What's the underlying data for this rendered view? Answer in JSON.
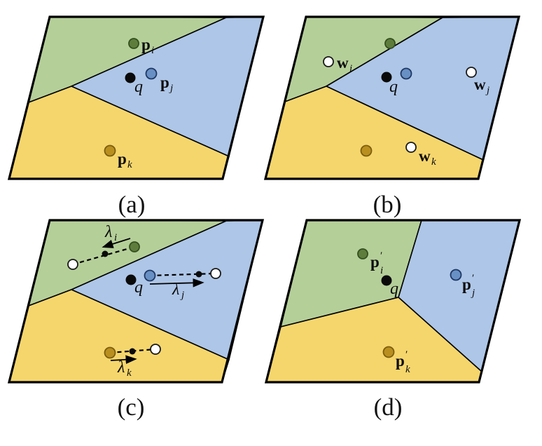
{
  "figure": {
    "panels": {
      "a": {
        "caption": "(a)",
        "labels": {
          "pi": {
            "base": "p",
            "sub": "i"
          },
          "pj": {
            "base": "p",
            "sub": "j"
          },
          "pk": {
            "base": "p",
            "sub": "k"
          },
          "q": "q"
        }
      },
      "b": {
        "caption": "(b)",
        "labels": {
          "wi": {
            "base": "w",
            "sub": "i"
          },
          "wj": {
            "base": "w",
            "sub": "j"
          },
          "wk": {
            "base": "w",
            "sub": "k"
          },
          "q": "q"
        }
      },
      "c": {
        "caption": "(c)",
        "labels": {
          "li": {
            "base": "λ",
            "sub": "i"
          },
          "lj": {
            "base": "λ",
            "sub": "j"
          },
          "lk": {
            "base": "λ",
            "sub": "k"
          },
          "q": "q"
        }
      },
      "d": {
        "caption": "(d)",
        "labels": {
          "pi": {
            "base": "p",
            "prime": "′",
            "sub": "i"
          },
          "pj": {
            "base": "p",
            "prime": "′",
            "sub": "j"
          },
          "pk": {
            "base": "p",
            "prime": "′",
            "sub": "k"
          },
          "q": "q"
        }
      }
    }
  },
  "colors": {
    "region_green": "#b5cf99",
    "region_blue": "#aec6e7",
    "region_yellow": "#f5d66d",
    "outline": "#000000",
    "dot_green": "#5e7d3c",
    "dot_green_stroke": "#344f1e",
    "dot_blue": "#6890c4",
    "dot_blue_stroke": "#1f3864",
    "dot_ochre": "#b98f20",
    "dot_ochre_stroke": "#7c5e0e",
    "dot_black": "#0a0a0a",
    "dot_white": "#ffffff",
    "dot_white_stroke": "#1a1a1a"
  }
}
